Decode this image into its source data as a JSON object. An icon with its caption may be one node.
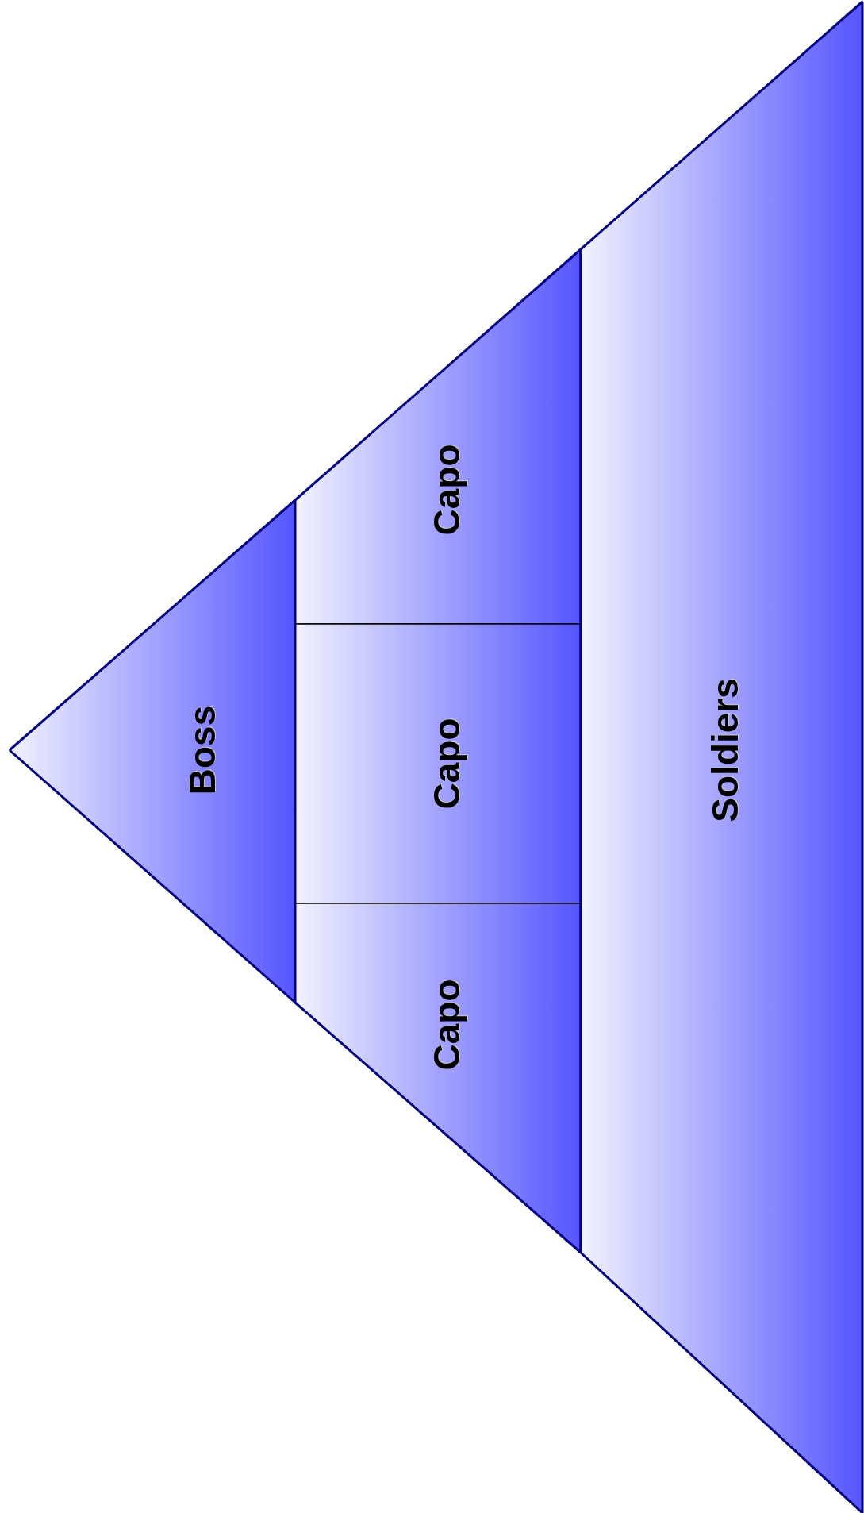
{
  "diagram": {
    "nodes": [
      {
        "text": [
          "Boss"
        ]
      },
      {
        "text": [
          "Capo"
        ]
      },
      {
        "text": [
          "Capo"
        ]
      },
      {
        "text": [
          "Capo"
        ]
      },
      {
        "text": [
          "Soldiers"
        ]
      }
    ]
  }
}
